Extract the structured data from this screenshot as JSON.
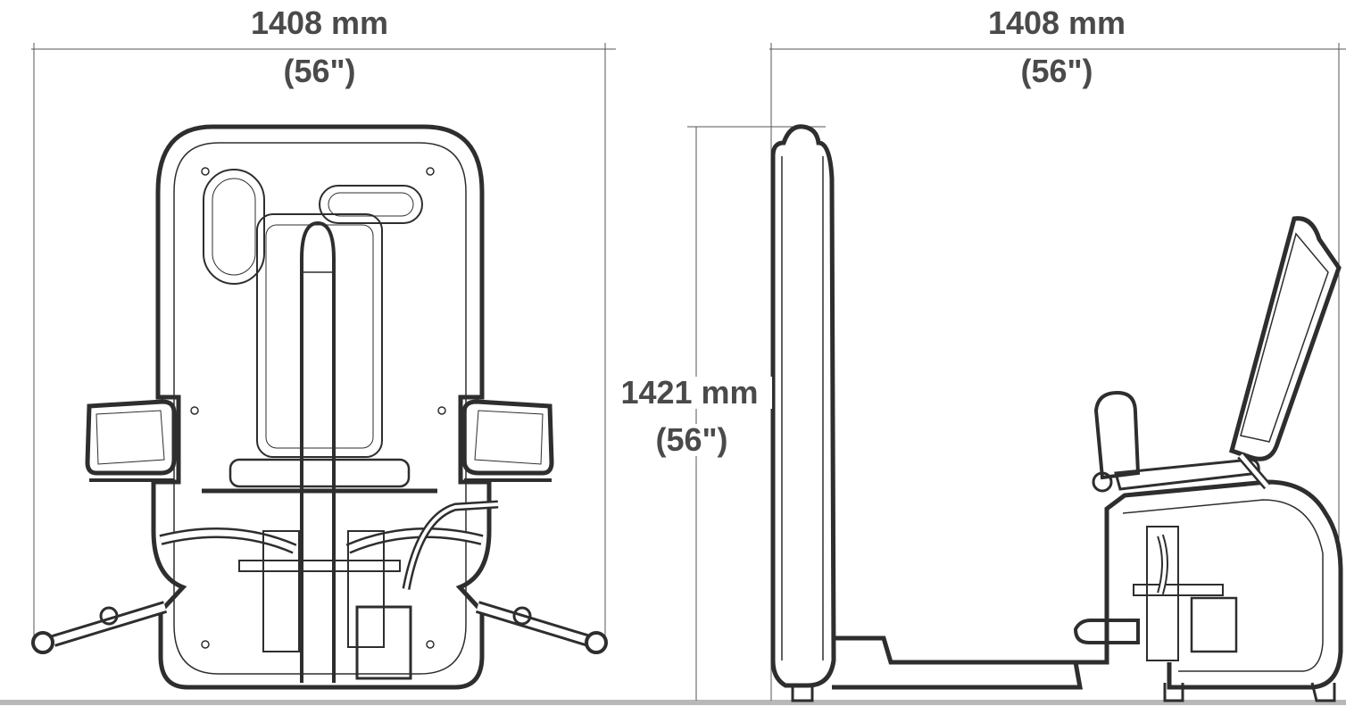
{
  "front_view": {
    "width_label": "1408 mm",
    "width_label_in": "(56\")"
  },
  "side_view": {
    "depth_label": "1408 mm",
    "depth_label_in": "(56\")",
    "height_label": "1421 mm",
    "height_label_in": "(56\")"
  },
  "colors": {
    "outline": "#2e2e2e",
    "dimension_text": "#4a4a4a",
    "floor": "#b8b8b8"
  }
}
